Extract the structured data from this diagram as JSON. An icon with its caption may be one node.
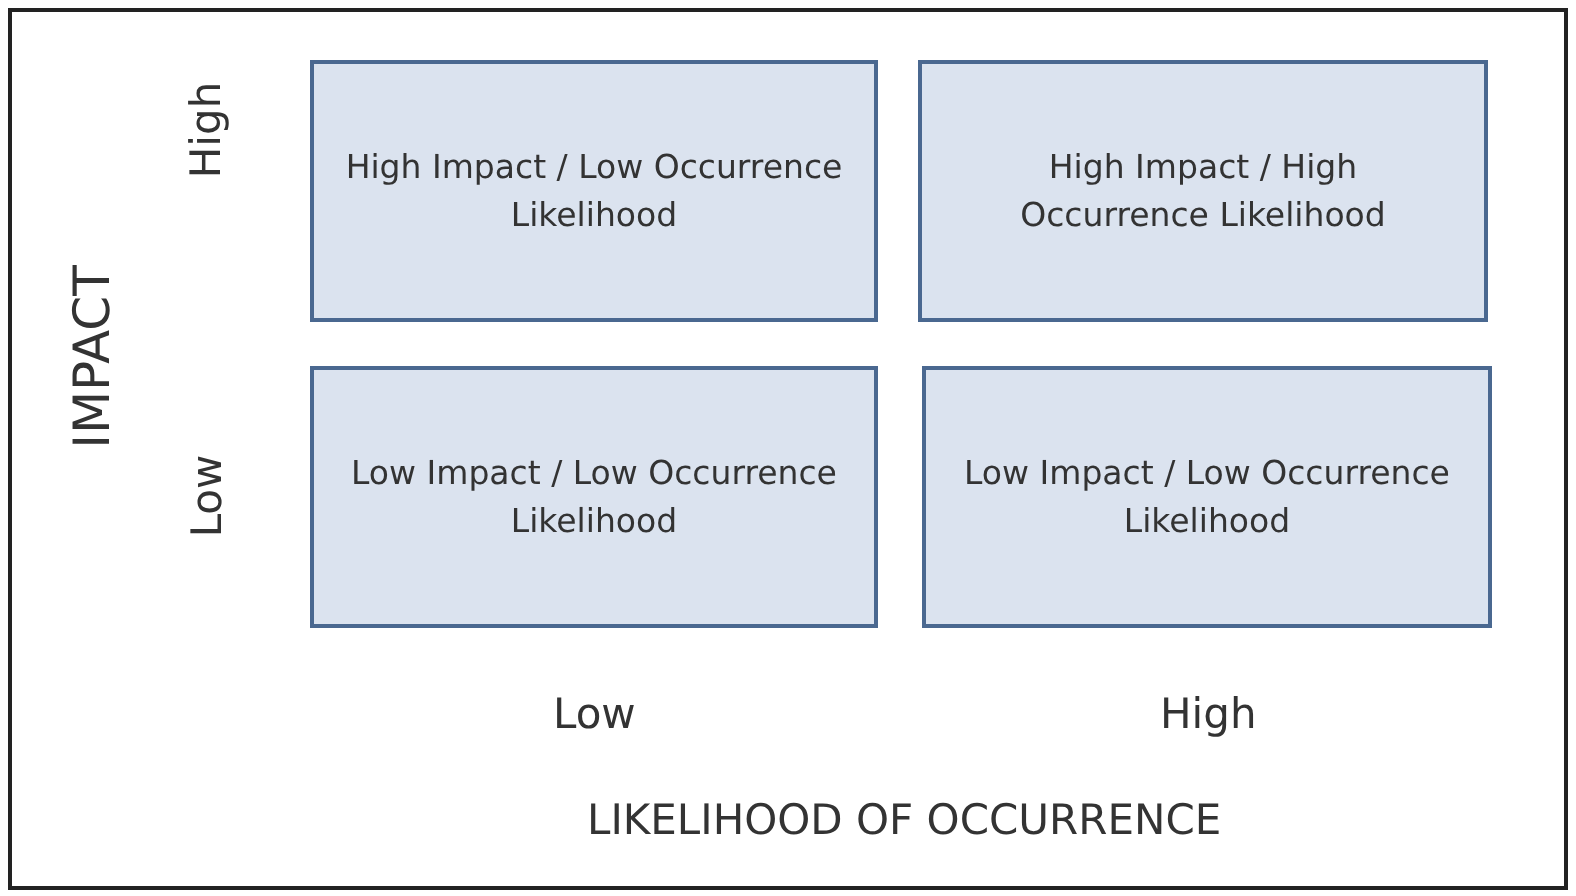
{
  "diagram": {
    "nodes": [
      {
        "text": [
          "High Impact / Low Occurrence Likelihood"
        ]
      },
      {
        "text": [
          "High Impact / High Occurrence Likelihood"
        ]
      },
      {
        "text": [
          "Low Impact / Low Occurrence Likelihood"
        ]
      },
      {
        "text": [
          "Low Impact / Low Occurrence Likelihood"
        ]
      }
    ],
    "labels": [
      "High",
      "IMPACT",
      "Low",
      "Low",
      "High",
      "LIKELIHOOD OF OCCURRENCE"
    ]
  }
}
